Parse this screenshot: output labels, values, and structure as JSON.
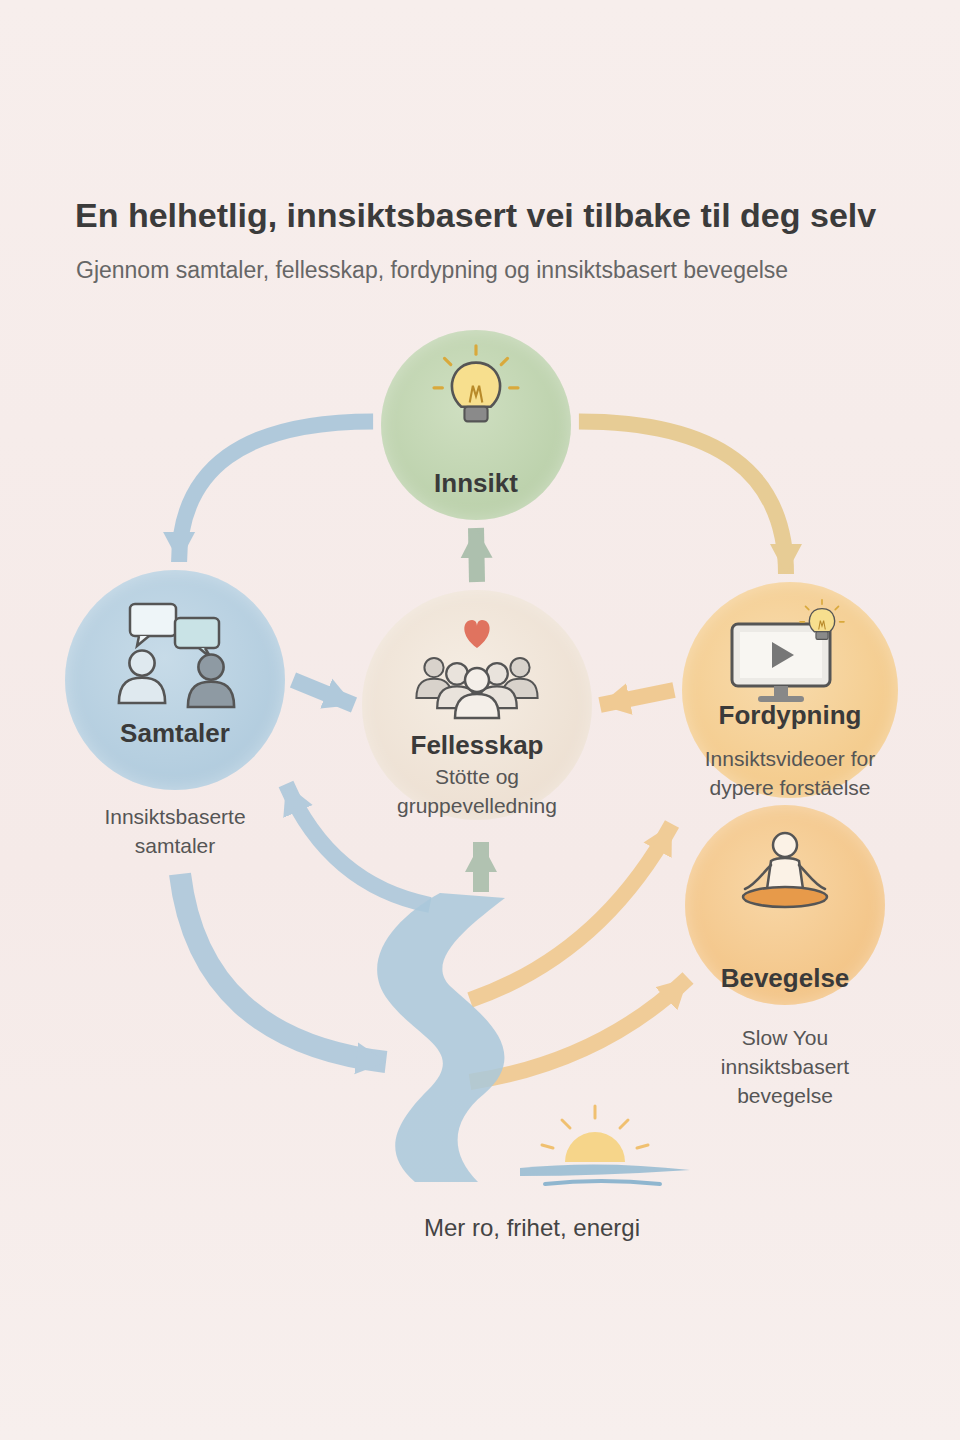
{
  "diagram": {
    "title": "En helhetlig, innsiktsbasert vei tilbake til deg selv",
    "caption": "Gjennom samtaler, fellesskap, fordypning og innsiktsbasert bevegelse",
    "nodes": [
      {
        "text": [
          "Innsikt"
        ]
      },
      {
        "text": [
          "Samtaler",
          "Innsiktsbaserte samtaler"
        ]
      },
      {
        "text": [
          "Fellesskap",
          "Stötte og gruppevelledning"
        ]
      },
      {
        "text": [
          "Fordypning",
          "Innsiktsvideoer for dypere forstäelse"
        ]
      },
      {
        "text": [
          "Bevegelse",
          "Slow You innsiktsbasert bevegelse"
        ]
      }
    ],
    "edges": [
      {
        "from": 0,
        "to": 1,
        "arrow": "to"
      },
      {
        "from": 0,
        "to": 3,
        "arrow": "to"
      },
      {
        "from": 1,
        "to": 2,
        "arrow": "to"
      },
      {
        "from": 2,
        "to": 0,
        "arrow": "to"
      },
      {
        "from": 3,
        "to": 2,
        "arrow": "to"
      }
    ],
    "labels": [
      "Mer ro, frihet, energi"
    ]
  }
}
